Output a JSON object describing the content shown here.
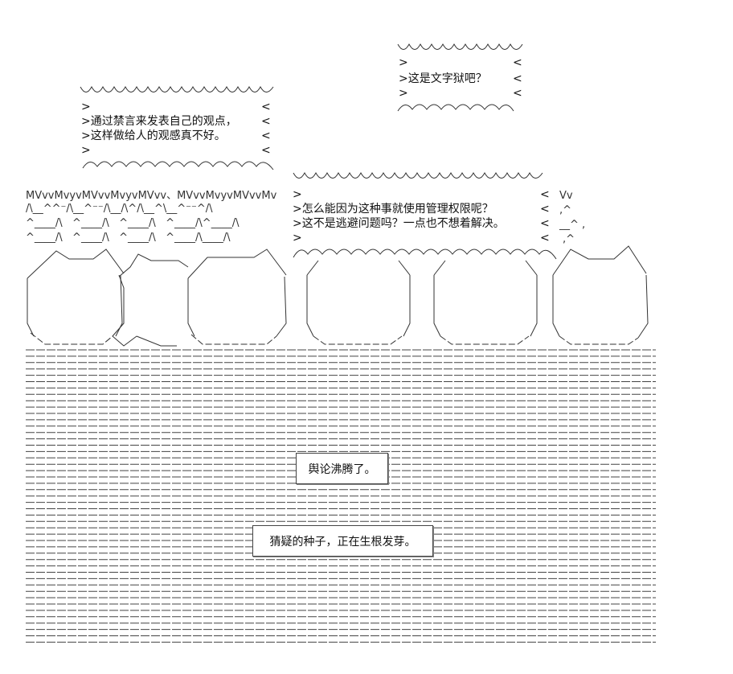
{
  "bubbles": {
    "top_right": {
      "lines": [
        ">",
        ">这是文字狱吧？",
        ">"
      ],
      "right_marks": [
        "<",
        "<",
        "<"
      ]
    },
    "upper_left": {
      "lines": [
        ">",
        ">通过禁言来发表自己的观点，",
        ">这样做给人的观感真不好。",
        ">"
      ],
      "right_marks": [
        "<",
        "<",
        "<",
        "<"
      ]
    },
    "middle": {
      "lines": [
        ">",
        ">怎么能因为这种事就使用管理权限呢？",
        ">这不是逃避问题吗？一点也不想着解决。",
        ">"
      ],
      "right_marks": [
        "<",
        "<",
        "<",
        "<"
      ]
    }
  },
  "crowd_text": [
    "MVvvMvyvMVvvMvyvMVvv、MVvvMvyvMVvvMv",
    "/\\__^^⁻/\\__^⁻⁻/\\__/\\^/\\__^\\__^⁻⁻^/\\",
    "^____/\\   ^____/\\   ^____/\\   ^____/\\^____/\\",
    "^____/\\   ^____/\\   ^____/\\   ^____/\\____/\\"
  ],
  "right_edge_text": [
    "Vv",
    ",^",
    "__^ ,",
    ",^"
  ],
  "captions": {
    "uproar": "舆论沸腾了。",
    "seed": "猜疑的种子，正在生根发芽。"
  }
}
